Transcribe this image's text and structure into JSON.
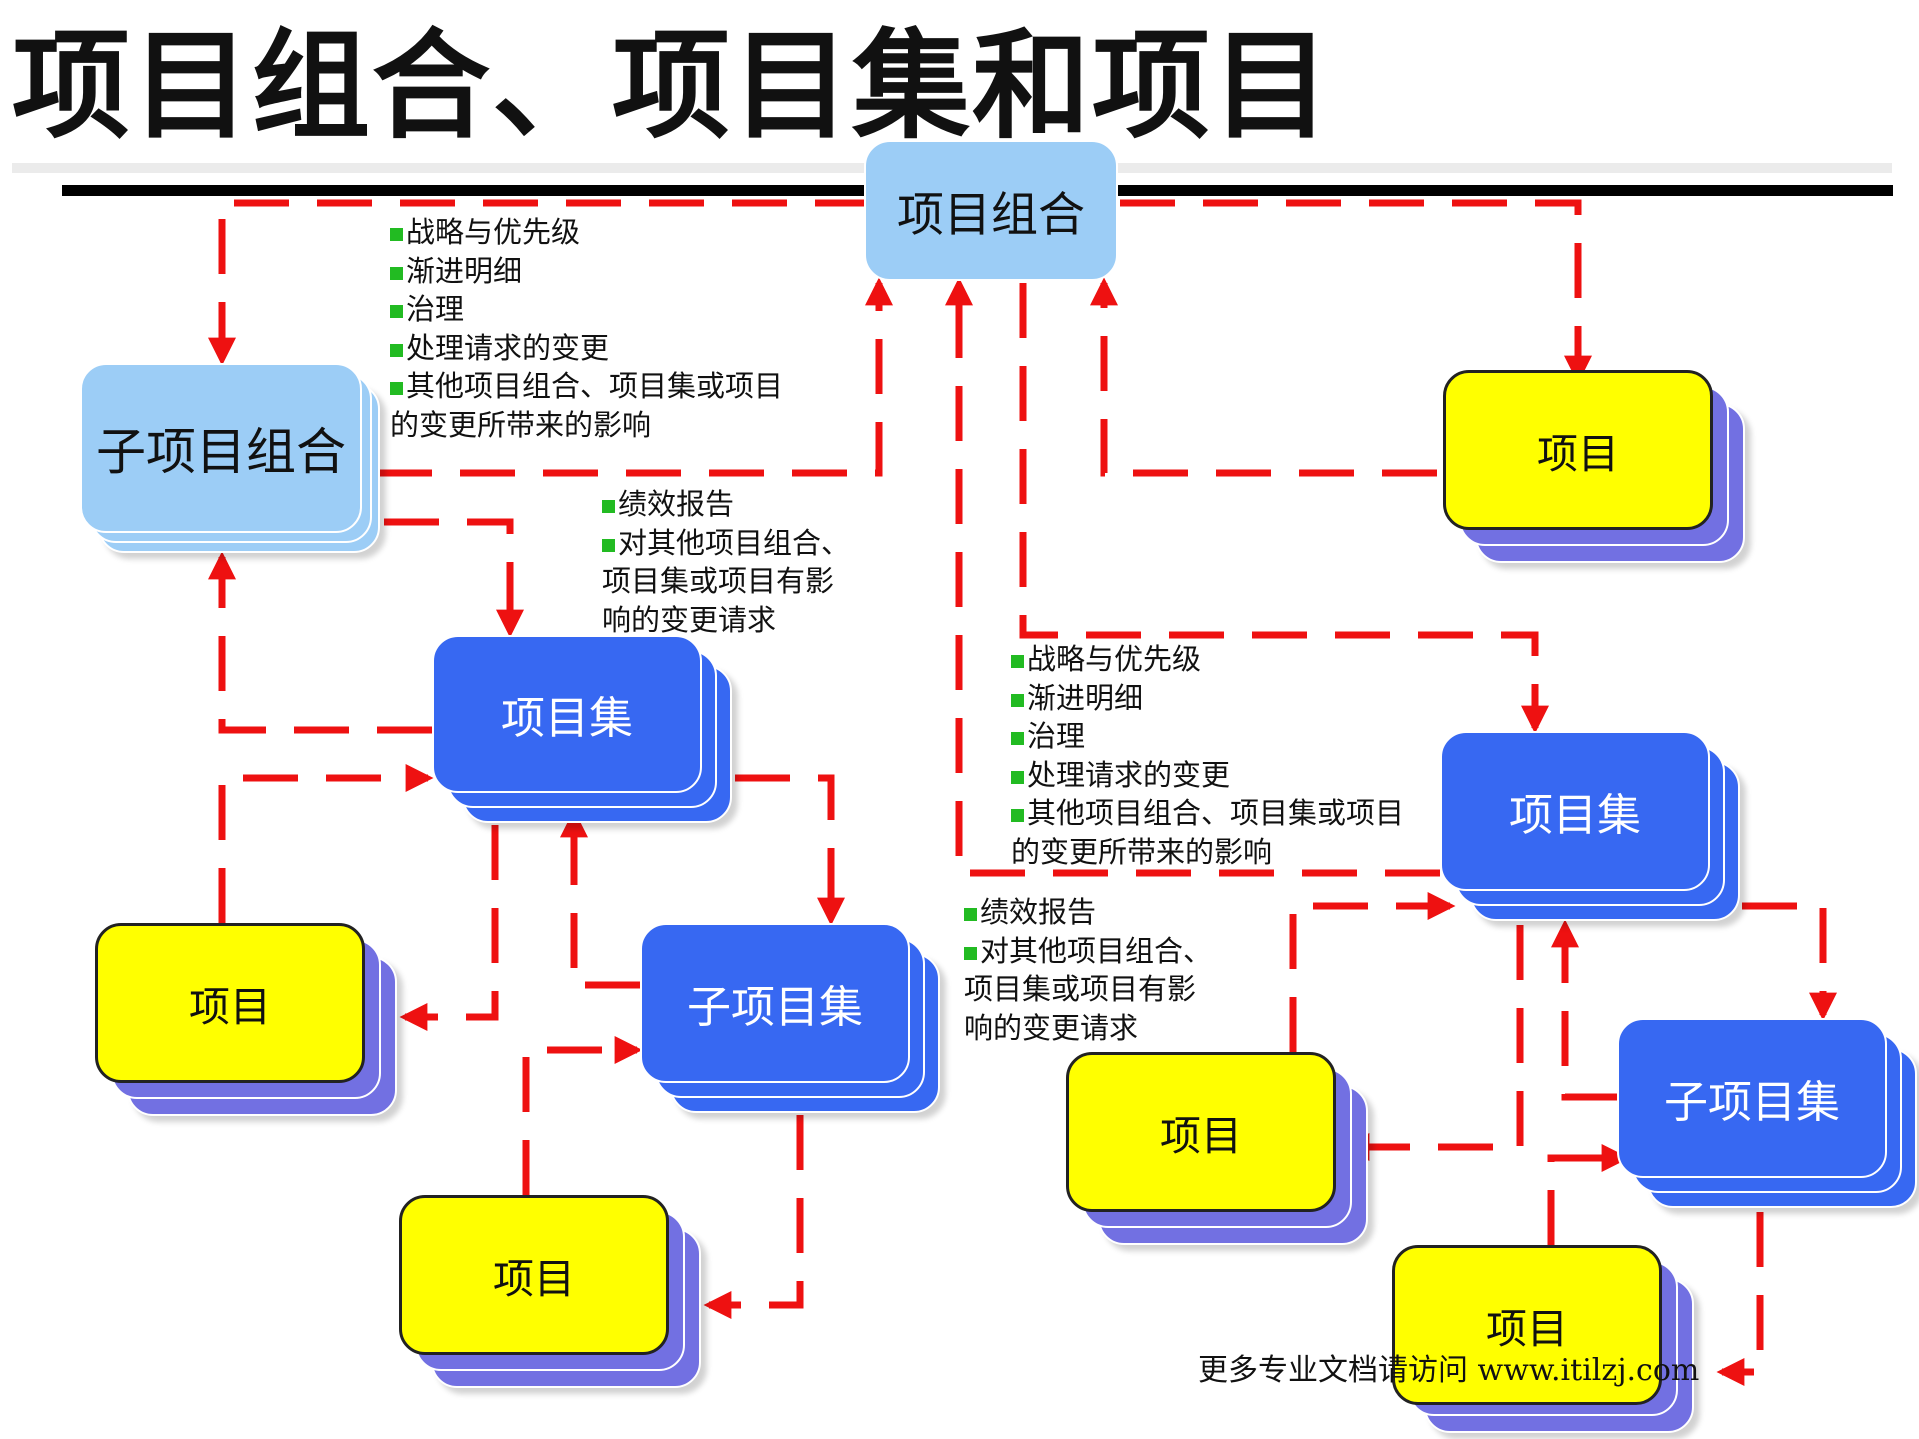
{
  "title": "项目组合、项目集和项目",
  "nodes": {
    "portfolio": "项目组合",
    "sub_portfolio": "子项目组合",
    "project_top_right": "项目",
    "program_left": "项目集",
    "program_right": "项目集",
    "subprogram_left": "子项目集",
    "subprogram_right": "子项目集",
    "project_left": "项目",
    "project_left_bottom": "项目",
    "project_right_mid": "项目",
    "project_right_bottom": "项目"
  },
  "annotations": {
    "governance_top": [
      "战略与优先级",
      "渐进明细",
      "治理",
      "处理请求的变更",
      "其他项目组合、项目集或项目"
    ],
    "governance_top_tail": "的变更所带来的影响",
    "report_top": [
      "绩效报告",
      "对其他项目组合、"
    ],
    "report_top_tail": [
      "项目集或项目有影",
      "响的变更请求"
    ],
    "governance_bottom": [
      "战略与优先级",
      "渐进明细",
      "治理",
      "处理请求的变更",
      "其他项目组合、项目集或项目"
    ],
    "governance_bottom_tail": "的变更所带来的影响",
    "report_bottom": [
      "绩效报告",
      "对其他项目组合、"
    ],
    "report_bottom_tail": [
      "项目集或项目有影",
      "响的变更请求"
    ]
  },
  "footer": "更多专业文档请访问 www.itilzj.com",
  "colors": {
    "arrow": "#ee1111",
    "portfolio_blue": "#9ccdf6",
    "program_blue": "#3768f2",
    "project_yellow": "#ffff00",
    "project_back_layer": "#7270e2"
  }
}
